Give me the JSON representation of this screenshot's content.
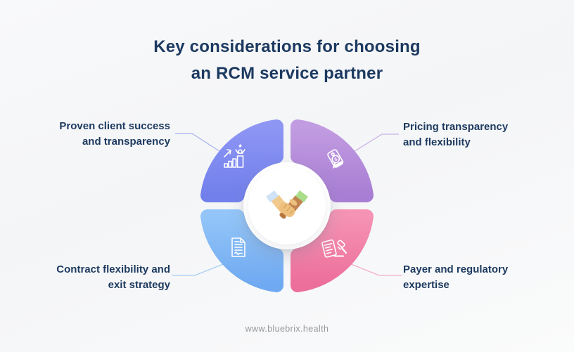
{
  "title": {
    "line1": "Key considerations for choosing",
    "line2": "an RCM service partner"
  },
  "footer": {
    "website": "www.bluebrix.health"
  },
  "diagram": {
    "center_icon": "handshake-icon",
    "segments": [
      {
        "id": "proven-client-success",
        "position": "top-left",
        "label": "Proven client success and transparency",
        "label_lines": [
          "Proven client success",
          "and transparency"
        ],
        "icon": "growth-achievement-icon",
        "gradient": {
          "from": "#8e96f4",
          "to": "#7280ec"
        },
        "connector_color": "#aab3ef"
      },
      {
        "id": "pricing-transparency",
        "position": "top-right",
        "label": "Pricing transparency and flexibility",
        "label_lines": [
          "Pricing transparency",
          "and flexibility"
        ],
        "icon": "price-tag-search-icon",
        "icon_symbol": "$",
        "gradient": {
          "from": "#c29ce1",
          "to": "#a87ed4"
        },
        "connector_color": "#cbb3e6"
      },
      {
        "id": "contract-flexibility",
        "position": "bottom-left",
        "label": "Contract flexibility and exit strategy",
        "label_lines": [
          "Contract flexibility and",
          "exit strategy"
        ],
        "icon": "contract-document-icon",
        "gradient": {
          "from": "#93c5f8",
          "to": "#6fa9f1"
        },
        "connector_color": "#a8cdf6"
      },
      {
        "id": "payer-regulatory",
        "position": "bottom-right",
        "label": "Payer and regulatory expertise",
        "label_lines": [
          "Payer and regulatory",
          "expertise"
        ],
        "icon": "document-gavel-icon",
        "gradient": {
          "from": "#f593b4",
          "to": "#ec6e9a"
        },
        "connector_color": "#f3aec6"
      }
    ],
    "colors": {
      "title_text": "#1c3960",
      "label_text": "#1d3a5f",
      "background": "#f6f7f8",
      "footer_text": "#97999c",
      "center_circle": "#ffffff"
    }
  }
}
